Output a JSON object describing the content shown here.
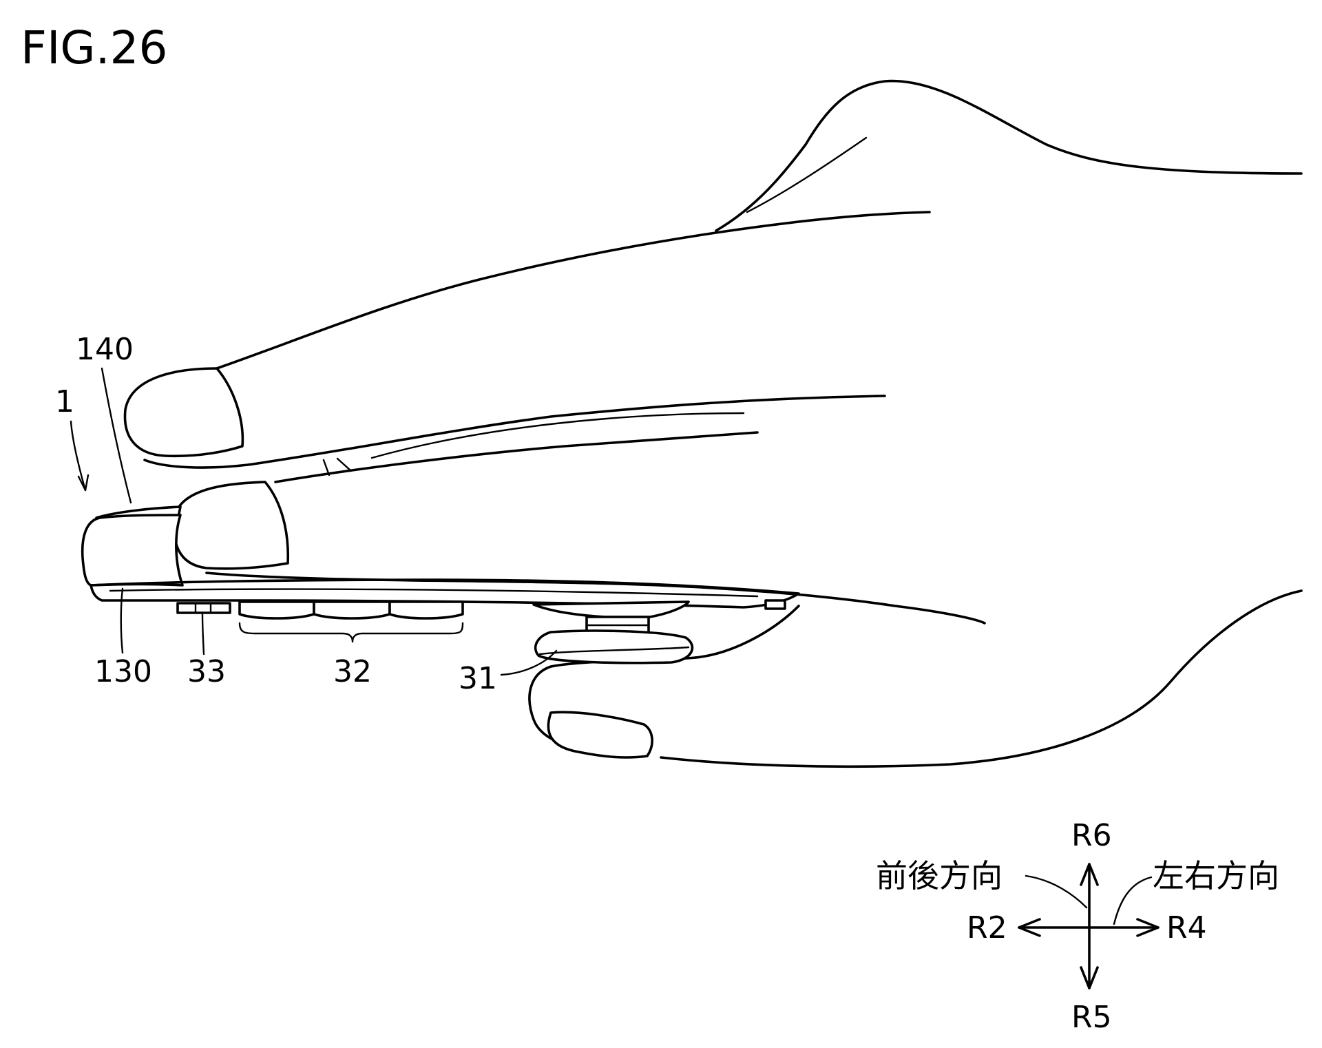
{
  "figure": {
    "title": "FIG.26"
  },
  "labels": {
    "l1": "1",
    "l140": "140",
    "l130": "130",
    "l33": "33",
    "l32": "32",
    "l31": "31"
  },
  "axes": {
    "r6": "R6",
    "r5": "R5",
    "r2": "R2",
    "r4": "R4",
    "front_back": "前後方向",
    "left_right": "左右方向"
  }
}
